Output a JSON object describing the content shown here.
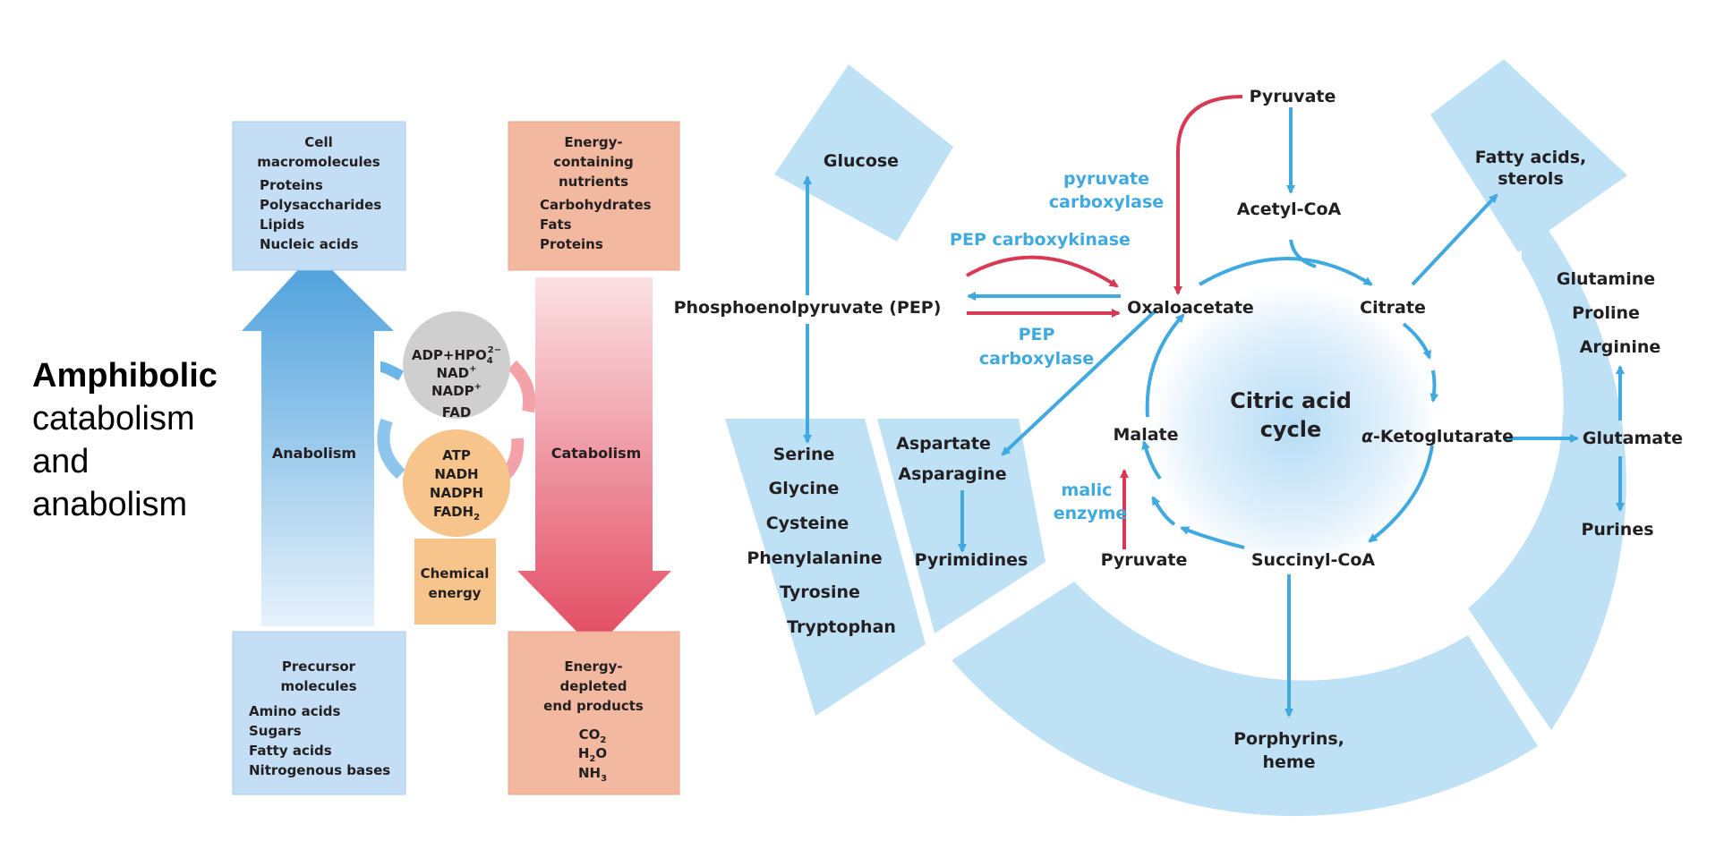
{
  "title": {
    "bold": "Amphibolic",
    "lines": [
      "catabolism",
      "and",
      "anabolism"
    ]
  },
  "left": {
    "cell_box": {
      "heading": [
        "Cell",
        "macromolecules"
      ],
      "items": [
        "Proteins",
        "Polysaccharides",
        "Lipids",
        "Nucleic acids"
      ]
    },
    "energy_box": {
      "heading": [
        "Energy-",
        "containing",
        "nutrients"
      ],
      "items": [
        "Carbohydrates",
        "Fats",
        "Proteins"
      ]
    },
    "precursor_box": {
      "heading": [
        "Precursor",
        "molecules"
      ],
      "items": [
        "Amino acids",
        "Sugars",
        "Fatty acids",
        "Nitrogenous bases"
      ]
    },
    "depleted_box": {
      "heading": [
        "Energy-",
        "depleted",
        "end products"
      ],
      "items": [
        "CO",
        "H",
        "O",
        "NH"
      ],
      "subs": [
        "2",
        "2",
        "3"
      ]
    },
    "anabolism": "Anabolism",
    "catabolism": "Catabolism",
    "gray_circle": {
      "line1_a": "ADP+HPO",
      "line1_sub": "4",
      "line1_sup": "2−",
      "nad": "NAD",
      "nadp": "NADP",
      "plus": "+",
      "fad": "FAD"
    },
    "orange_circle": {
      "atp": "ATP",
      "nadh": "NADH",
      "nadph": "NADPH",
      "fadh": "FADH",
      "sub2": "2"
    },
    "chem_box": [
      "Chemical",
      "energy"
    ]
  },
  "right": {
    "center": [
      "Citric acid",
      "cycle"
    ],
    "pyruvate_top": "Pyruvate",
    "acetyl_coa": "Acetyl-CoA",
    "citrate": "Citrate",
    "akg_alpha": "α",
    "akg": "-Ketoglutarate",
    "succinyl": "Succinyl-CoA",
    "malate": "Malate",
    "pyruvate_bottom": "Pyruvate",
    "oxaloacetate": "Oxaloacetate",
    "pep": "Phosphoenolpyruvate (PEP)",
    "glucose": "Glucose",
    "fatty": [
      "Fatty acids,",
      "sterols"
    ],
    "glutamine_group": [
      "Glutamine",
      "Proline",
      "Arginine"
    ],
    "glutamate": "Glutamate",
    "purines": "Purines",
    "porphyrins": [
      "Porphyrins,",
      "heme"
    ],
    "serine_group": [
      "Serine",
      "Glycine",
      "Cysteine",
      "Phenylalanine",
      "Tyrosine",
      "Tryptophan"
    ],
    "aspartate_group": [
      "Aspartate",
      "Asparagine"
    ],
    "pyrimidines": "Pyrimidines",
    "enzymes": {
      "pyruvate_carboxylase": [
        "pyruvate",
        "carboxylase"
      ],
      "pep_carboxykinase": "PEP carboxykinase",
      "pep_carboxylase": [
        "PEP",
        "carboxylase"
      ],
      "malic_enzyme": [
        "malic",
        "enzyme"
      ]
    }
  },
  "colors": {
    "blue": "#3fa9e0",
    "red": "#d83a55",
    "light_blue": "#bfe1f6",
    "box_blue": "#c4dff5",
    "salmon": "#f2b8a0",
    "orange": "#f7c48c",
    "gray": "#cfcfcf"
  }
}
